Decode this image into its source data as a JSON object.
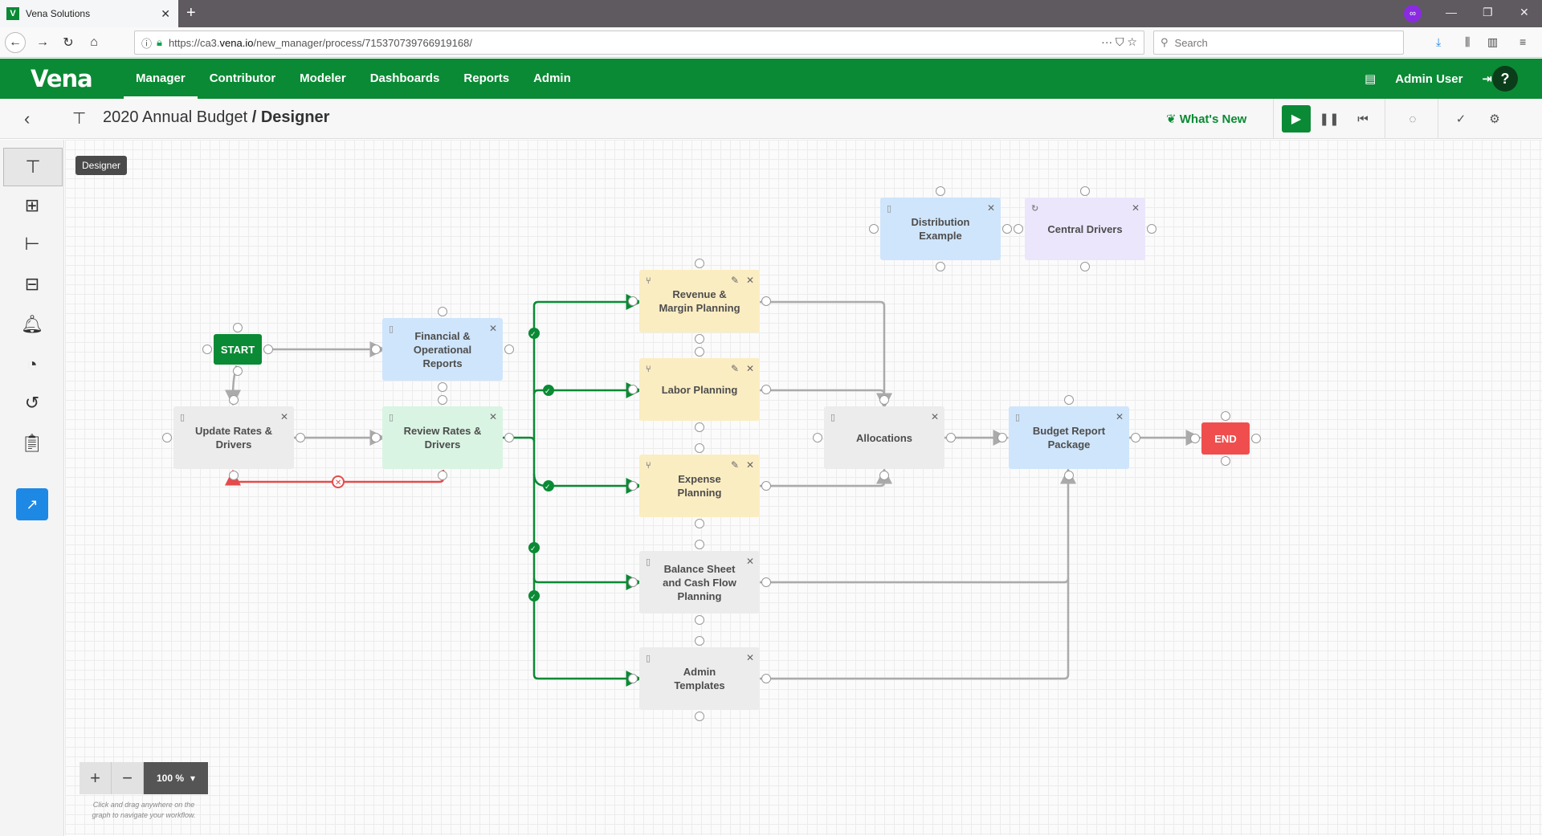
{
  "browser": {
    "tab_title": "Vena Solutions",
    "url_prefix": "https://ca3.",
    "url_domain": "vena.io",
    "url_path": "/new_manager/process/715370739766919168/",
    "search_placeholder": "Search"
  },
  "app": {
    "logo": "Vena",
    "nav": [
      "Manager",
      "Contributor",
      "Modeler",
      "Dashboards",
      "Reports",
      "Admin"
    ],
    "active_nav": "Manager",
    "user": "Admin User",
    "help": "?"
  },
  "subheader": {
    "process_name": "2020 Annual Budget",
    "separator": "/",
    "page": "Designer",
    "whats_new": "What's New"
  },
  "sidebar": {
    "tooltip": "Designer",
    "items": [
      "designer-icon",
      "table-icon",
      "hierarchy-icon",
      "drive-icon",
      "bell-icon",
      "dashboard-icon",
      "history-icon",
      "clipboard-icon",
      "export-icon"
    ]
  },
  "nodes": {
    "start": "START",
    "end": "END",
    "financial": "Financial & Operational Reports",
    "update": "Update Rates & Drivers",
    "review": "Review Rates & Drivers",
    "revenue": "Revenue & Margin Planning",
    "labor": "Labor Planning",
    "expense": "Expense Planning",
    "balance": "Balance Sheet and Cash Flow Planning",
    "admin": "Admin Templates",
    "allocations": "Allocations",
    "budget": "Budget Report Package",
    "distribution": "Distribution Example",
    "central": "Central Drivers"
  },
  "zoom": {
    "level": "100 %",
    "hint": "Click and drag anywhere on the graph to navigate your workflow."
  },
  "colors": {
    "brand_green": "#0a8a34",
    "approve_green": "#0a8a34",
    "reject_red": "#e54b4b",
    "end_red": "#f04e4e"
  }
}
